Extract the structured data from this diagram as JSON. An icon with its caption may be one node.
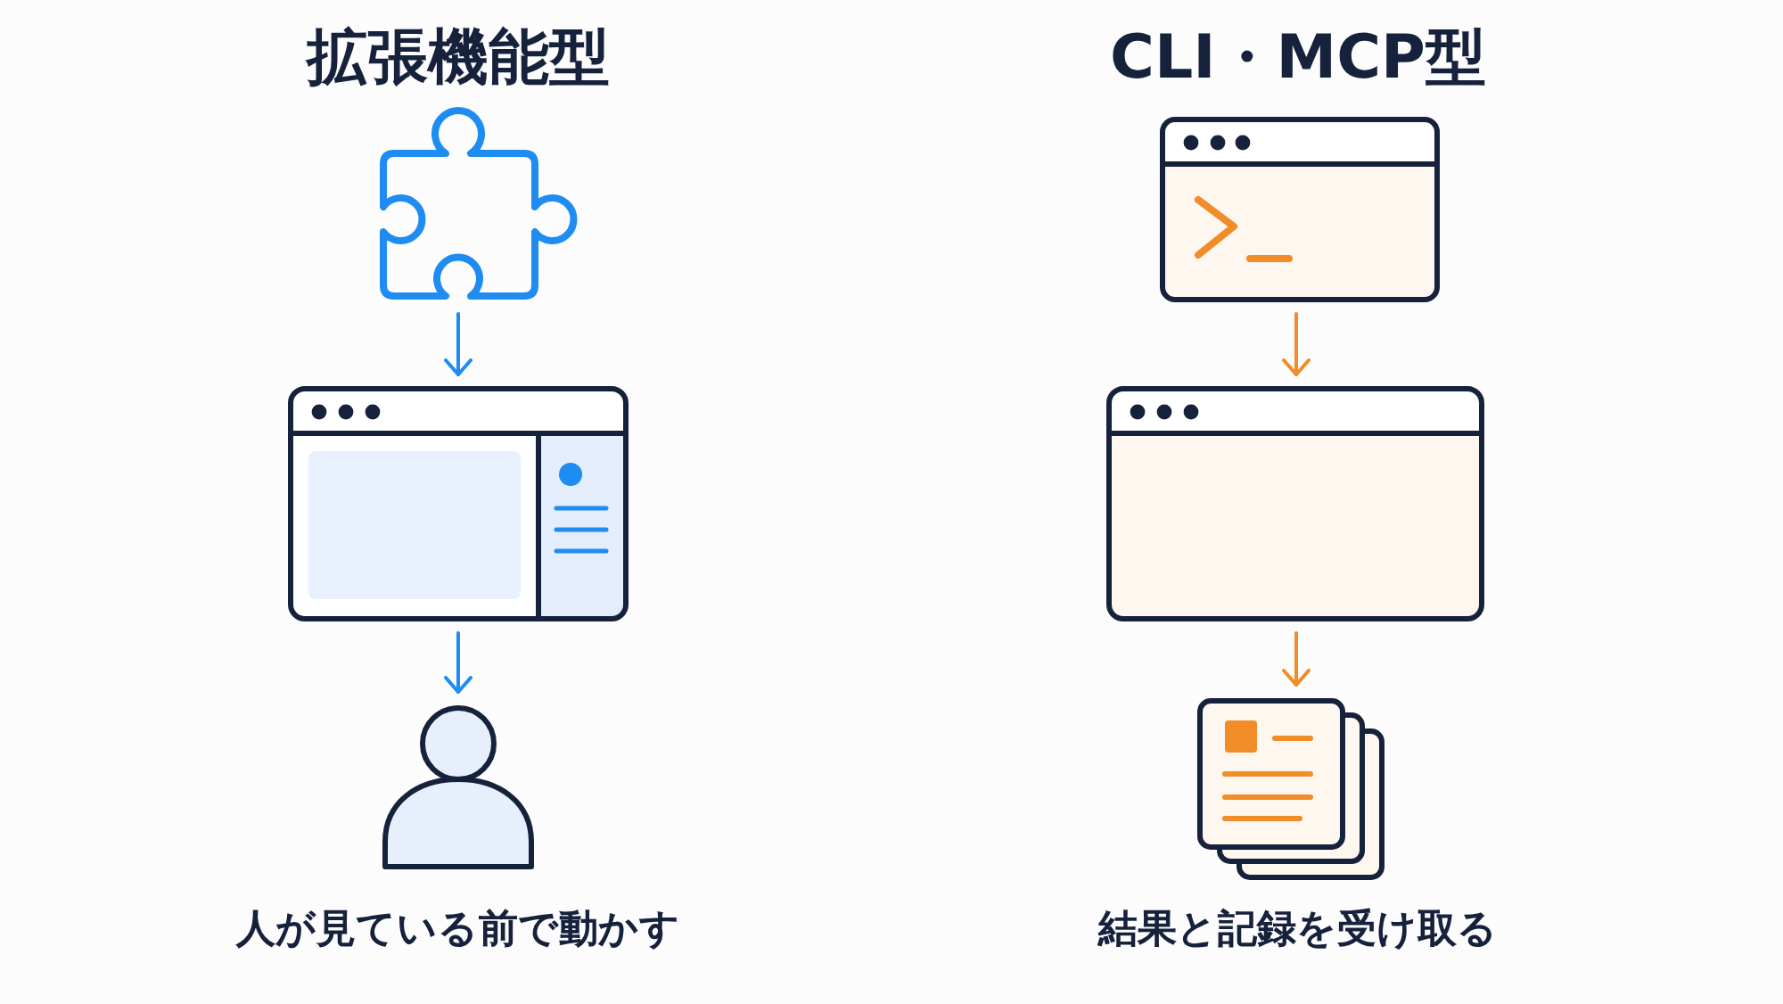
{
  "diagram": {
    "nodes": [
      {
        "text": [],
        "shape": "picture"
      },
      {
        "text": [],
        "shape": "picture"
      },
      {
        "text": [],
        "shape": "person",
        "beside": [
          "人が見ている前で動かす"
        ]
      },
      {
        "text": [],
        "shape": "picture"
      },
      {
        "text": [],
        "shape": "picture"
      },
      {
        "text": [],
        "shape": "picture",
        "beside": [
          "結果と記録を受け取る"
        ]
      }
    ],
    "edges": [
      {
        "from": 0,
        "to": 1,
        "arrow": "to",
        "color": "#1e8cf0"
      },
      {
        "from": 1,
        "to": 2,
        "arrow": "to",
        "color": "#1e8cf0"
      },
      {
        "from": 3,
        "to": 4,
        "arrow": "to",
        "color": "#f28c28"
      },
      {
        "from": 4,
        "to": 5,
        "arrow": "to",
        "color": "#f28c28"
      }
    ],
    "labels": [
      "拡張機能型",
      "CLI・MCP型"
    ]
  }
}
